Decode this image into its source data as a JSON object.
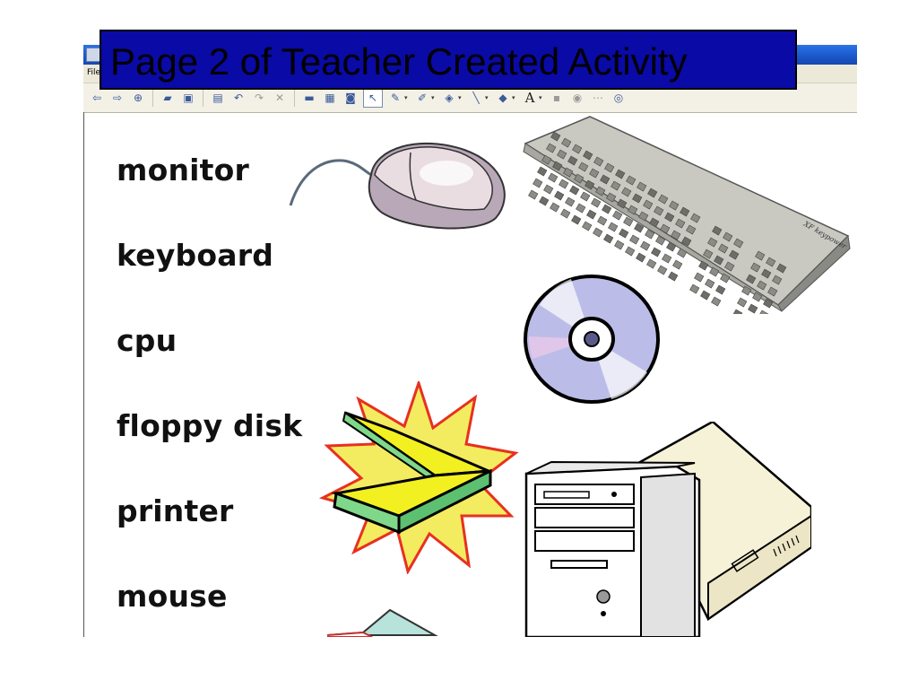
{
  "slide": {
    "title": "Page 2 of Teacher Created Activity"
  },
  "app": {
    "menu_first_item": "File",
    "toolbar_buttons": [
      {
        "icon": "back-arrow-icon"
      },
      {
        "icon": "forward-arrow-icon"
      },
      {
        "icon": "add-page-icon"
      },
      {
        "icon": "open-folder-icon"
      },
      {
        "icon": "save-disk-icon"
      },
      {
        "icon": "paste-icon"
      },
      {
        "icon": "undo-icon"
      },
      {
        "icon": "redo-icon"
      },
      {
        "icon": "delete-x-icon"
      },
      {
        "icon": "screen-shade-icon"
      },
      {
        "icon": "fullscreen-icon"
      },
      {
        "icon": "camera-capture-icon"
      },
      {
        "icon": "select-pointer-icon"
      },
      {
        "icon": "pen-icon"
      },
      {
        "icon": "creative-pen-icon"
      },
      {
        "icon": "eraser-icon"
      },
      {
        "icon": "line-icon"
      },
      {
        "icon": "fill-icon"
      },
      {
        "icon": "text-icon"
      },
      {
        "icon": "properties-icon"
      },
      {
        "icon": "magic-icon"
      },
      {
        "icon": "more-options-icon"
      },
      {
        "icon": "help-icon"
      }
    ],
    "toolbar_text_tool": "A"
  },
  "words": [
    "monitor",
    "keyboard",
    "cpu",
    "floppy disk",
    "printer",
    "mouse"
  ],
  "images": {
    "keyboard_label": "XF keypower"
  },
  "colors": {
    "title_bg": "#0a0aa6",
    "titlebar": "#1a56c8",
    "scanner_green": "#7fd88a",
    "scanner_yellow": "#f2f020",
    "starburst_red": "#e83020",
    "starburst_yellow": "#f4ec60",
    "cd_blue": "#b8b8e8"
  }
}
